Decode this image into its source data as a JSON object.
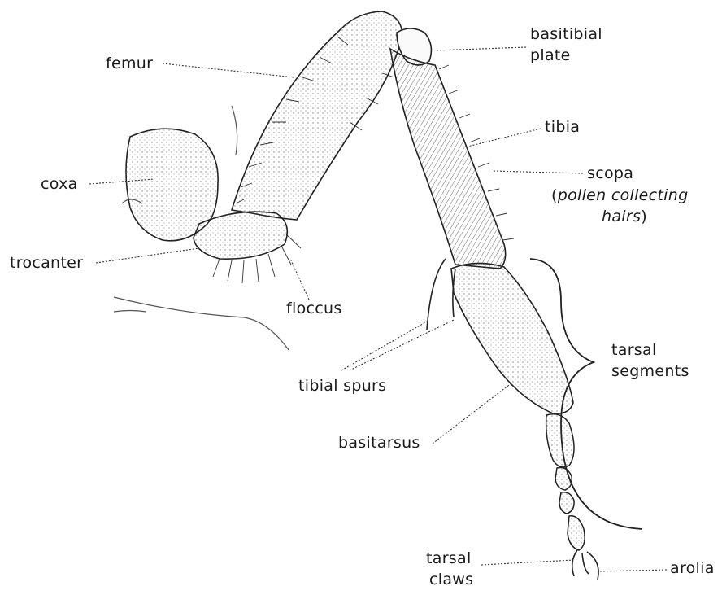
{
  "labels": {
    "femur": "femur",
    "basitibial_line1": "basitibial",
    "basitibial_line2": "plate",
    "tibia": "tibia",
    "coxa": "coxa",
    "scopa": "scopa",
    "scopa_sub_open": "(",
    "scopa_sub_italic": "pollen collecting",
    "scopa_sub_italic2": "hairs",
    "scopa_sub_close": ")",
    "trocanter": "trocanter",
    "floccus": "floccus",
    "tarsal_segments_line1": "tarsal",
    "tarsal_segments_line2": "segments",
    "tibial_spurs": "tibial spurs",
    "basitarsus": "basitarsus",
    "tarsal_claws_line1": "tarsal",
    "tarsal_claws_line2": "claws",
    "arolia": "arolia"
  },
  "colors": {
    "ink": "#1a1a1a",
    "leader": "#333333",
    "background": "#ffffff"
  }
}
